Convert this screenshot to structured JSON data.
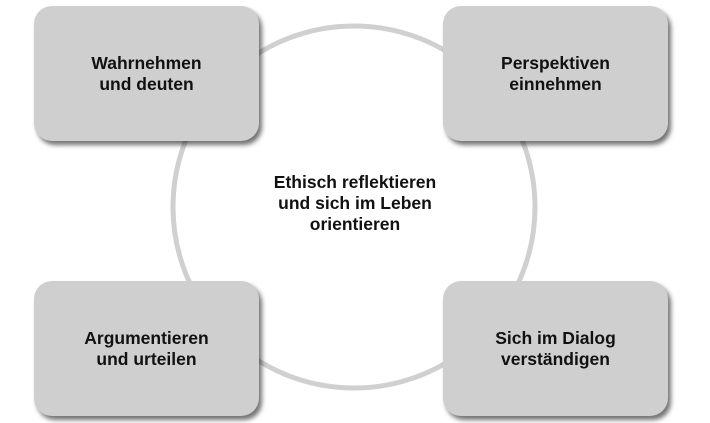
{
  "center": {
    "text": "Ethisch reflektieren\nund sich im Leben\norientieren"
  },
  "boxes": {
    "top_left": "Wahrnehmen\nund deuten",
    "top_right": "Perspektiven\neinnehmen",
    "bottom_left": "Argumentieren\nund urteilen",
    "bottom_right": "Sich im Dialog\nverständigen"
  },
  "colors": {
    "box_fill": "#cfcfcf",
    "ring": "#d0d0d0",
    "text": "#111111"
  }
}
